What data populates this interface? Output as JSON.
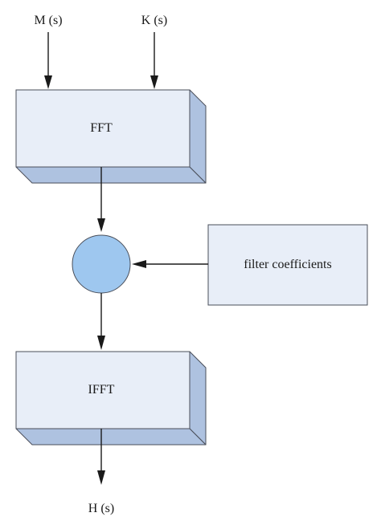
{
  "diagram": {
    "inputs": {
      "m": "M (s)",
      "k": "K (s)"
    },
    "blocks": {
      "fft": "FFT",
      "ifft": "IFFT",
      "filter": "filter coefficients"
    },
    "output": "H (s)"
  },
  "colors": {
    "block_face": "#e8eef8",
    "block_side": "#aec2e0",
    "block_stroke": "#4a4f5a",
    "node_fill": "#9ec7ef",
    "line": "#1a1a1a"
  }
}
